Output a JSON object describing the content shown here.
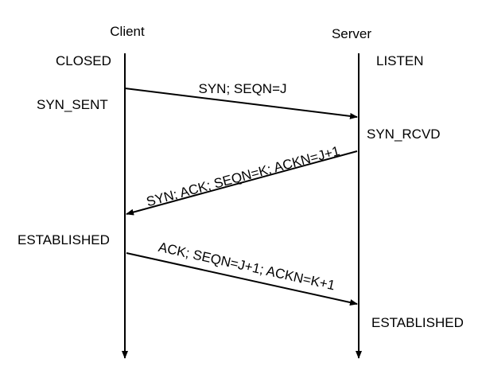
{
  "participants": {
    "client": "Client",
    "server": "Server"
  },
  "states": {
    "client_closed": "CLOSED",
    "client_syn_sent": "SYN_SENT",
    "client_established": "ESTABLISHED",
    "server_listen": "LISTEN",
    "server_syn_rcvd": "SYN_RCVD",
    "server_established": "ESTABLISHED"
  },
  "messages": [
    {
      "label": "SYN; SEQN=J"
    },
    {
      "label": "SYN; ACK; SEQN=K; ACKN=J+1"
    },
    {
      "label": "ACK; SEQN=J+1; ACKN=K+1"
    }
  ],
  "colors": {
    "line": "#000000",
    "text": "#000000",
    "background": "#ffffff"
  }
}
